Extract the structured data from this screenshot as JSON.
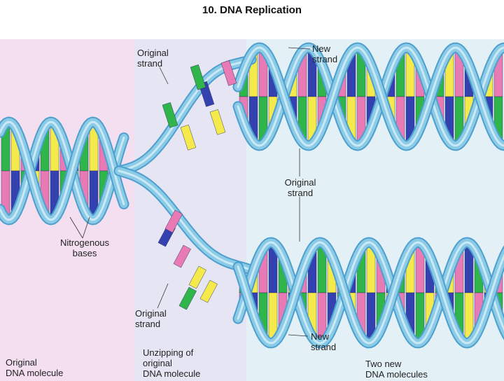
{
  "title": "10.  DNA Replication",
  "labels": {
    "original_strand_top": [
      "Original",
      "strand"
    ],
    "new_strand_top": [
      "New",
      "strand"
    ],
    "original_strand_mid": [
      "Original",
      "strand"
    ],
    "nitrogenous_bases": [
      "Nitrogenous",
      "bases"
    ],
    "original_strand_bottom": [
      "Original",
      "strand"
    ],
    "new_strand_bottom": [
      "New",
      "strand"
    ]
  },
  "captions": {
    "left": [
      "Original",
      "DNA molecule"
    ],
    "middle": [
      "Unzipping of",
      "original",
      "DNA molecule"
    ],
    "right": [
      "Two new",
      "DNA molecules"
    ]
  },
  "colors": {
    "backbone": "#8ccbe6",
    "backbone_dark": "#4d9fcf",
    "base_green": "#2fb54a",
    "base_yellow": "#f4ea4b",
    "base_pink": "#e87ab5",
    "base_blue": "#3442b0",
    "panel_left": "#f3dff0",
    "panel_middle": "#e6e5f3",
    "panel_right": "#e3f1f6"
  }
}
